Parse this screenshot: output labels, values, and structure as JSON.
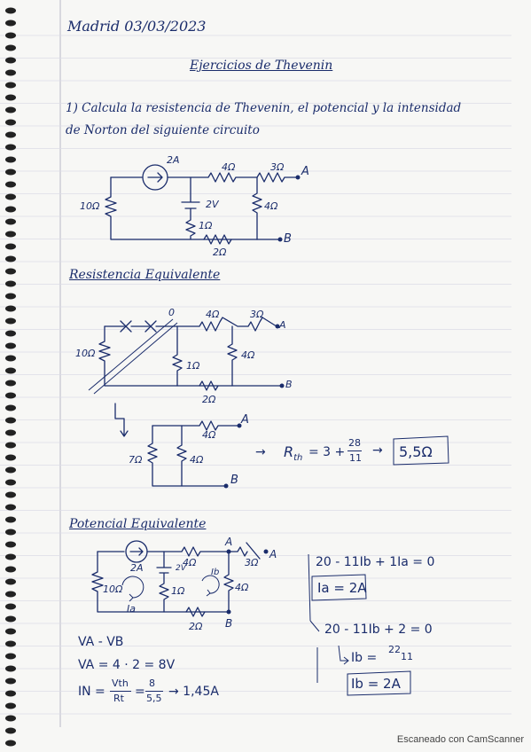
{
  "header": {
    "date": "Madrid 03/03/2023",
    "title": "Ejercicios de Thevenin"
  },
  "problem": {
    "text": "1) Calcula la resistencia de Thevenin, el potencial y la intensidad de Norton del siguiente circuito"
  },
  "circuit1": {
    "source_current": "2A",
    "r_top_left": "4Ω",
    "r_top_right": "3Ω",
    "node_a": "A",
    "r_left": "10Ω",
    "source_voltage": "2V",
    "r_right": "4Ω",
    "r_middle": "1Ω",
    "r_bottom": "2Ω",
    "node_b": "B"
  },
  "section_resistance": {
    "title": "Resistencia Equivalente",
    "node_o": "0",
    "r_top_left": "4Ω",
    "r_top_right": "3Ω",
    "node_a_mark": "A",
    "r_left": "10Ω",
    "r_middle": "1Ω",
    "r_right": "4Ω",
    "r_bottom": "2Ω",
    "node_b_mark": "B",
    "simplified": {
      "node_a": "A",
      "r_top": "4Ω",
      "r_left": "7Ω",
      "r_right": "4Ω",
      "node_b": "B"
    },
    "result": {
      "arrow": "→",
      "rth_label": "R",
      "rth_sub": "th",
      "rth_expr": "= 3 +",
      "frac_num": "28",
      "frac_den": "11",
      "arrow2": "→",
      "value": "5,5Ω"
    }
  },
  "section_potential": {
    "title": "Potencial Equivalente",
    "node_a_top": "A",
    "node_a_right": "A",
    "source_current": "2A",
    "r_top_left": "4Ω",
    "r_top_right": "3Ω",
    "source_voltage": "2V",
    "current_b": "Ib",
    "r_left": "10Ω",
    "r_middle": "1Ω",
    "r_right": "4Ω",
    "current_a": "Ia",
    "r_bottom": "2Ω",
    "node_b": "B",
    "equations": {
      "eq1": "20 - 11Ib + 1Ia = 0",
      "eq2": "Ia = 2A",
      "eq3": "20 - 11Ib + 2 = 0",
      "eq4_lhs": "Ib =",
      "eq4_num": "22",
      "eq4_den": "11",
      "eq5": "Ib = 2A"
    },
    "work": {
      "line1": "VA - VB",
      "line2": "VA = 4 · 2 = 8V",
      "line3_lhs": "IN =",
      "line3_num": "Vth",
      "line3_den": "Rt",
      "line3_mid": "=",
      "line3_num2": "8",
      "line3_den2": "5,5",
      "line3_rhs": "→ 1,45A"
    }
  },
  "footer": {
    "scanner": "Escaneado con CamScanner"
  }
}
